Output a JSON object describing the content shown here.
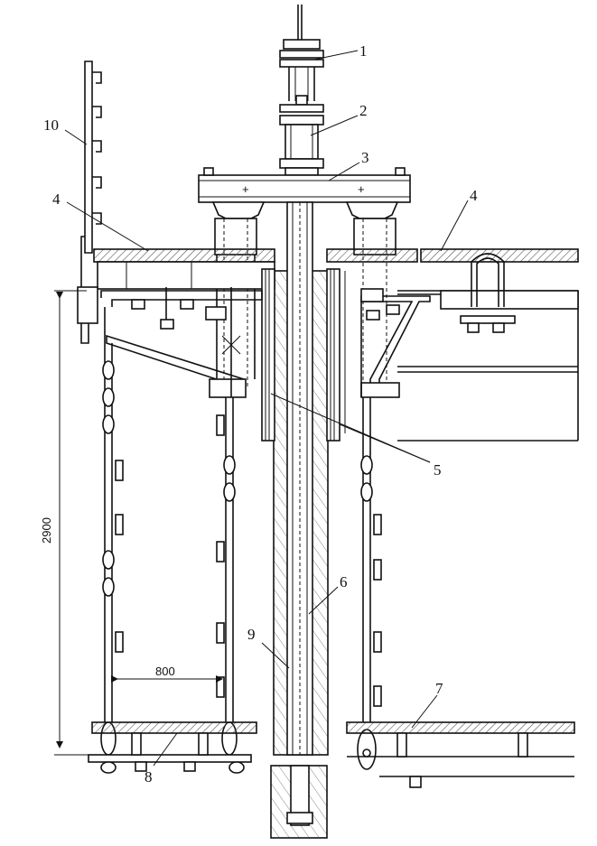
{
  "labels": {
    "l1": "1",
    "l2": "2",
    "l3": "3",
    "l4a": "4",
    "l4b": "4",
    "l5": "5",
    "l6": "6",
    "l7": "7",
    "l8": "8",
    "l9": "9",
    "l10": "10"
  },
  "dimensions": {
    "height": "2900",
    "width": "800"
  },
  "colors": {
    "ink": "#111111",
    "hatch": "#555555",
    "background": "#ffffff"
  }
}
